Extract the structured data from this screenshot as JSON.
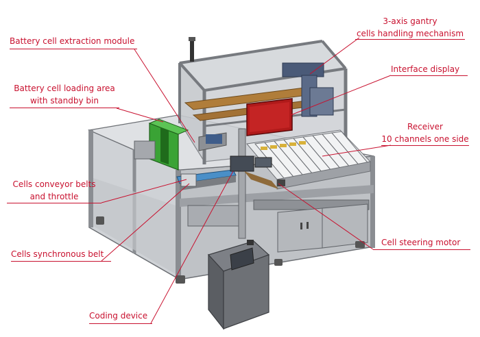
{
  "labels": {
    "gantry": {
      "line1": "3-axis gantry",
      "line2": "cells handling mechanism"
    },
    "extraction": {
      "line1": "Battery cell extraction module"
    },
    "interface": {
      "line1": "Interface display"
    },
    "loading": {
      "line1": "Battery cell loading area",
      "line2": "with standby bin"
    },
    "receiver": {
      "line1": "Receiver",
      "line2": "10 channels one side"
    },
    "conveyor": {
      "line1": "Cells conveyor belts",
      "line2": "and throttle"
    },
    "sync_belt": {
      "line1": "Cells synchronous belt"
    },
    "steering": {
      "line1": "Cell steering motor"
    },
    "coding": {
      "line1": "Coding device"
    }
  },
  "colors": {
    "label_red": "#c8102e",
    "frame": "#8a8d92",
    "glass": "#c9ccd1",
    "panel_dark": "#6b6e73",
    "display_red": "#b01a1a",
    "bin_green": "#3aa335"
  }
}
